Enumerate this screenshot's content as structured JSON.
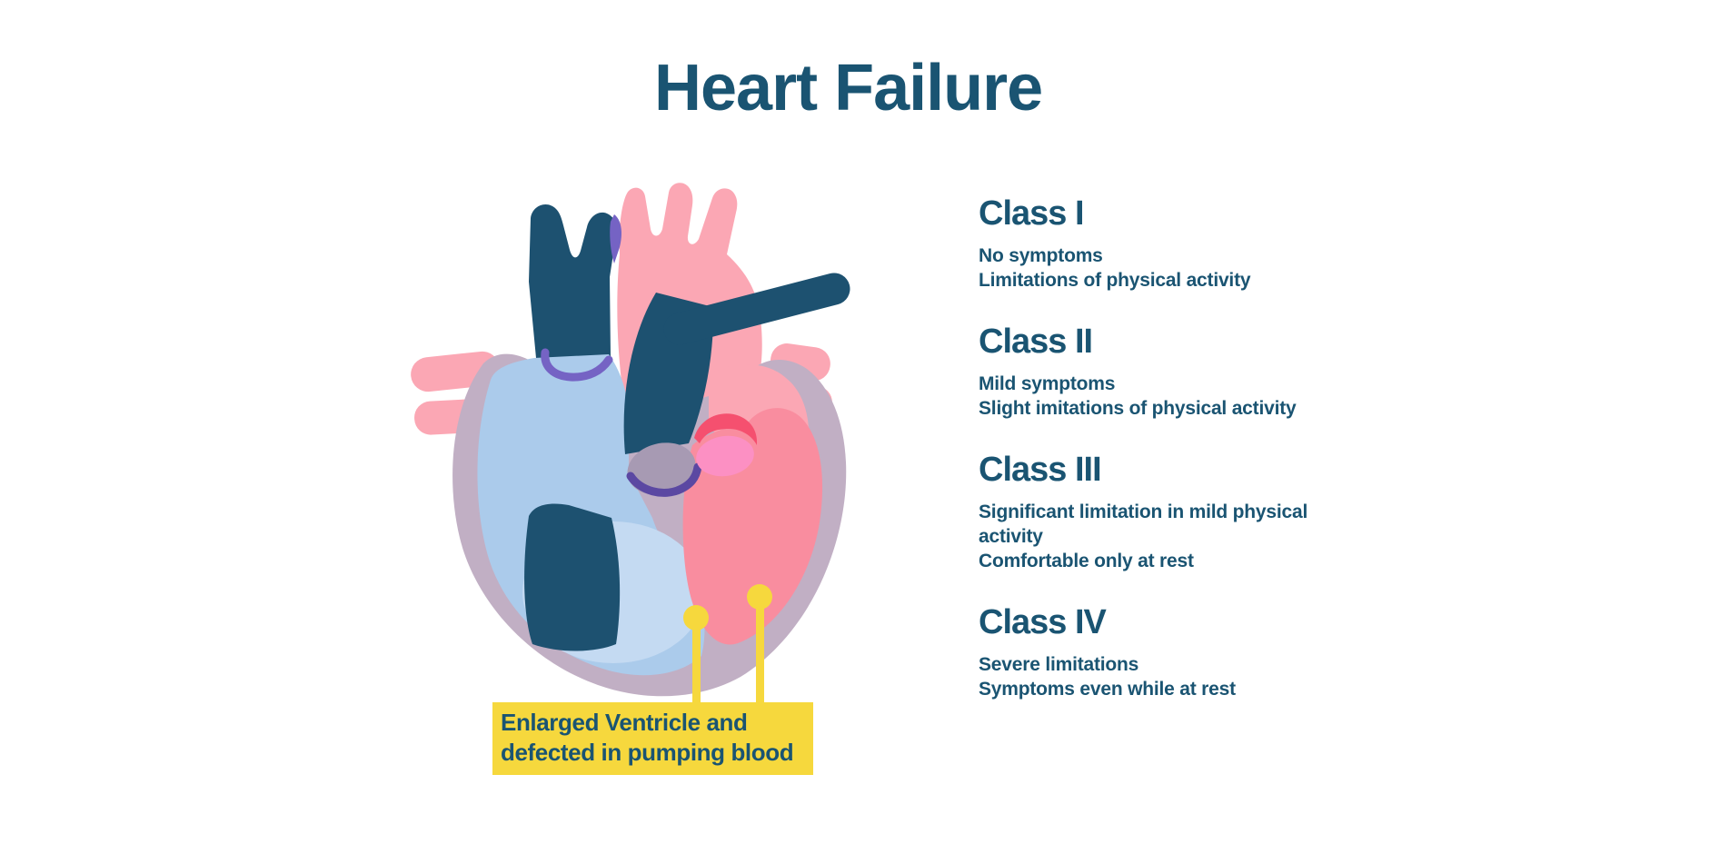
{
  "title": "Heart Failure",
  "classes": [
    {
      "name": "Class I",
      "lines": [
        "No symptoms",
        "Limitations of physical activity"
      ]
    },
    {
      "name": "Class II",
      "lines": [
        "Mild symptoms",
        "Slight imitations of physical activity"
      ]
    },
    {
      "name": "Class III",
      "lines": [
        "Significant limitation in mild physical",
        "activity",
        "Comfortable only at rest"
      ]
    },
    {
      "name": "Class IV",
      "lines": [
        "Severe limitations",
        "Symptoms even while at rest"
      ]
    }
  ],
  "callout": {
    "line1": "Enlarged Ventricle and",
    "line2": "defected in pumping blood"
  },
  "colors": {
    "text_teal": "#1a5472",
    "vessel_navy": "#1d5170",
    "aorta_pink": "#fba7b4",
    "ventricle_salmon": "#f98d9f",
    "atrium_blue": "#abcbeb",
    "atrium_blue_light": "#c4daf2",
    "wall_mauve": "#c1afc4",
    "aortic_opening_gray": "#a79ab3",
    "valve_purple": "#7563c4",
    "valve_purple_deep": "#5b48a2",
    "valve_red": "#f5506f",
    "valve_hotpink": "#fc90c3",
    "callout_yellow": "#f6d83d",
    "background": "#ffffff"
  }
}
